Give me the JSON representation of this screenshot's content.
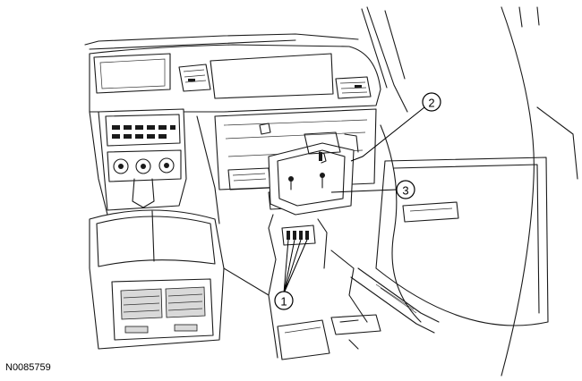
{
  "callouts": [
    {
      "id": "callout-1",
      "label": "1"
    },
    {
      "id": "callout-2",
      "label": "2"
    },
    {
      "id": "callout-3",
      "label": "3"
    }
  ],
  "figure_id": "N0085759"
}
